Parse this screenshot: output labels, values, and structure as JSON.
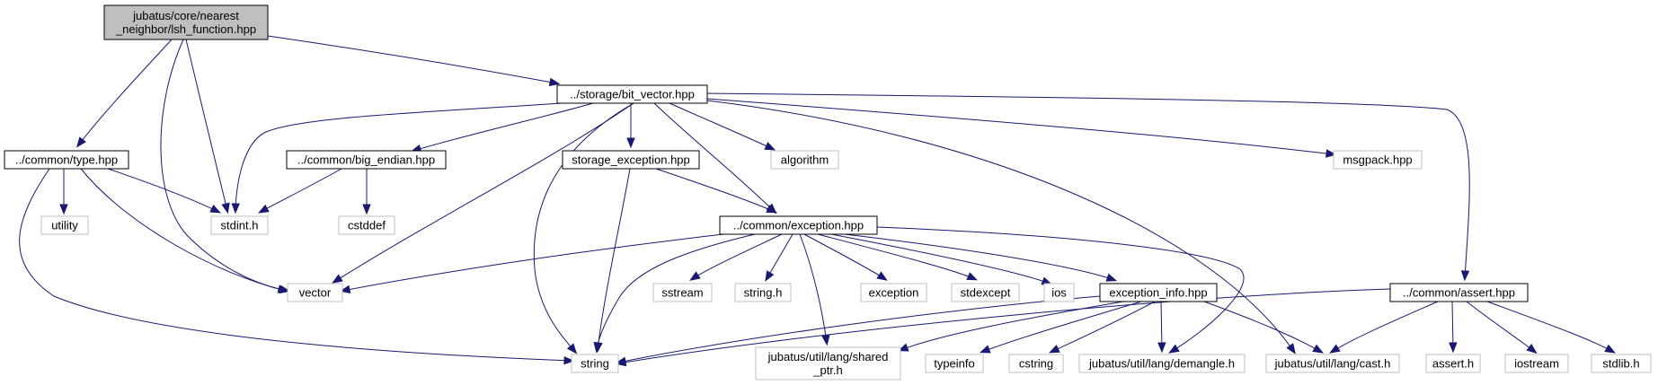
{
  "nodes": {
    "lsh_function": {
      "lines": [
        "jubatus/core/nearest",
        "_neighbor/lsh_function.hpp"
      ],
      "kind": "root"
    },
    "bit_vector": {
      "lines": [
        "../storage/bit_vector.hpp"
      ],
      "kind": "doc"
    },
    "type_hpp": {
      "lines": [
        "../common/type.hpp"
      ],
      "kind": "doc"
    },
    "big_endian": {
      "lines": [
        "../common/big_endian.hpp"
      ],
      "kind": "doc"
    },
    "storage_exception": {
      "lines": [
        "storage_exception.hpp"
      ],
      "kind": "doc"
    },
    "algorithm": {
      "lines": [
        "algorithm"
      ],
      "kind": "sys"
    },
    "msgpack": {
      "lines": [
        "msgpack.hpp"
      ],
      "kind": "sys"
    },
    "utility": {
      "lines": [
        "utility"
      ],
      "kind": "sys"
    },
    "stdint": {
      "lines": [
        "stdint.h"
      ],
      "kind": "sys"
    },
    "cstddef": {
      "lines": [
        "cstddef"
      ],
      "kind": "sys"
    },
    "exception_hpp": {
      "lines": [
        "../common/exception.hpp"
      ],
      "kind": "doc"
    },
    "vector": {
      "lines": [
        "vector"
      ],
      "kind": "sys"
    },
    "sstream": {
      "lines": [
        "sstream"
      ],
      "kind": "sys"
    },
    "string_h": {
      "lines": [
        "string.h"
      ],
      "kind": "sys"
    },
    "exception": {
      "lines": [
        "exception"
      ],
      "kind": "sys"
    },
    "stdexcept": {
      "lines": [
        "stdexcept"
      ],
      "kind": "sys"
    },
    "ios": {
      "lines": [
        "ios"
      ],
      "kind": "sys"
    },
    "exception_info": {
      "lines": [
        "exception_info.hpp"
      ],
      "kind": "doc"
    },
    "assert_hpp": {
      "lines": [
        "../common/assert.hpp"
      ],
      "kind": "doc"
    },
    "string": {
      "lines": [
        "string"
      ],
      "kind": "sys"
    },
    "shared_ptr": {
      "lines": [
        "jubatus/util/lang/shared",
        "_ptr.h"
      ],
      "kind": "sys"
    },
    "typeinfo": {
      "lines": [
        "typeinfo"
      ],
      "kind": "sys"
    },
    "cstring": {
      "lines": [
        "cstring"
      ],
      "kind": "sys"
    },
    "demangle": {
      "lines": [
        "jubatus/util/lang/demangle.h"
      ],
      "kind": "sys"
    },
    "cast": {
      "lines": [
        "jubatus/util/lang/cast.h"
      ],
      "kind": "sys"
    },
    "assert_h": {
      "lines": [
        "assert.h"
      ],
      "kind": "sys"
    },
    "iostream": {
      "lines": [
        "iostream"
      ],
      "kind": "sys"
    },
    "stdlib": {
      "lines": [
        "stdlib.h"
      ],
      "kind": "sys"
    }
  },
  "edges": [
    [
      "lsh_function",
      "bit_vector"
    ],
    [
      "lsh_function",
      "type_hpp"
    ],
    [
      "lsh_function",
      "stdint"
    ],
    [
      "lsh_function",
      "vector"
    ],
    [
      "bit_vector",
      "stdint"
    ],
    [
      "bit_vector",
      "big_endian"
    ],
    [
      "bit_vector",
      "storage_exception"
    ],
    [
      "bit_vector",
      "algorithm"
    ],
    [
      "bit_vector",
      "msgpack"
    ],
    [
      "bit_vector",
      "assert_hpp"
    ],
    [
      "bit_vector",
      "exception_hpp"
    ],
    [
      "bit_vector",
      "vector"
    ],
    [
      "bit_vector",
      "string"
    ],
    [
      "bit_vector",
      "cast"
    ],
    [
      "type_hpp",
      "utility"
    ],
    [
      "type_hpp",
      "stdint"
    ],
    [
      "type_hpp",
      "vector"
    ],
    [
      "type_hpp",
      "string"
    ],
    [
      "big_endian",
      "stdint"
    ],
    [
      "big_endian",
      "cstddef"
    ],
    [
      "storage_exception",
      "exception_hpp"
    ],
    [
      "storage_exception",
      "string"
    ],
    [
      "exception_hpp",
      "vector"
    ],
    [
      "exception_hpp",
      "string"
    ],
    [
      "exception_hpp",
      "sstream"
    ],
    [
      "exception_hpp",
      "string_h"
    ],
    [
      "exception_hpp",
      "exception"
    ],
    [
      "exception_hpp",
      "stdexcept"
    ],
    [
      "exception_hpp",
      "ios"
    ],
    [
      "exception_hpp",
      "exception_info"
    ],
    [
      "exception_hpp",
      "shared_ptr"
    ],
    [
      "exception_hpp",
      "demangle"
    ],
    [
      "exception_info",
      "string"
    ],
    [
      "exception_info",
      "shared_ptr"
    ],
    [
      "exception_info",
      "typeinfo"
    ],
    [
      "exception_info",
      "cstring"
    ],
    [
      "exception_info",
      "demangle"
    ],
    [
      "exception_info",
      "cast"
    ],
    [
      "assert_hpp",
      "string"
    ],
    [
      "assert_hpp",
      "cast"
    ],
    [
      "assert_hpp",
      "assert_h"
    ],
    [
      "assert_hpp",
      "iostream"
    ],
    [
      "assert_hpp",
      "stdlib"
    ]
  ]
}
